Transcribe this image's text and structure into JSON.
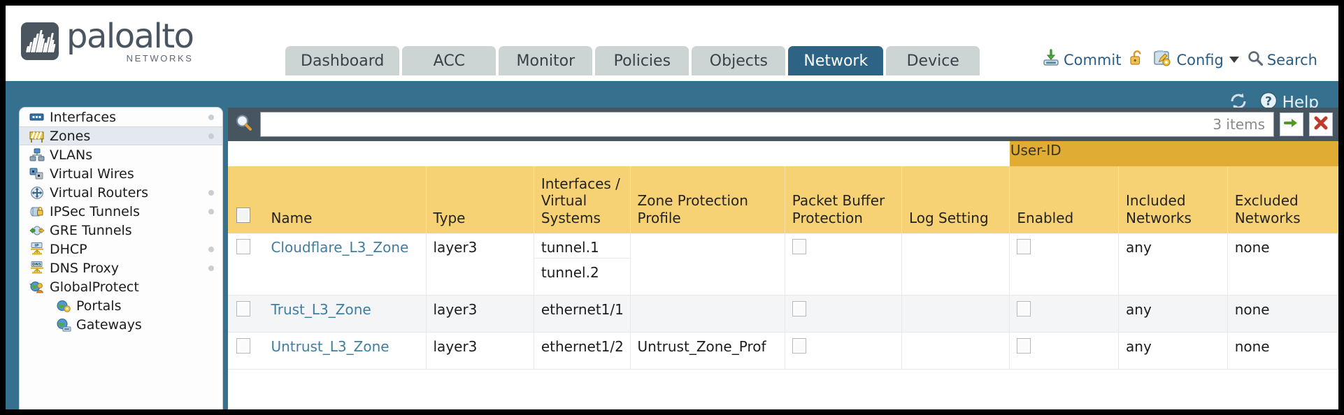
{
  "brand": {
    "name_main": "paloalto",
    "name_sub": "NETWORKS",
    "logo_icon": "paloalto-waveform-logo"
  },
  "nav_tabs": [
    {
      "label": "Dashboard",
      "active": false
    },
    {
      "label": "ACC",
      "active": false
    },
    {
      "label": "Monitor",
      "active": false
    },
    {
      "label": "Policies",
      "active": false
    },
    {
      "label": "Objects",
      "active": false
    },
    {
      "label": "Network",
      "active": true
    },
    {
      "label": "Device",
      "active": false
    }
  ],
  "utilities": {
    "commit": "Commit",
    "commit_icon": "commit-save-icon",
    "lock_icon": "unlock-padlock-icon",
    "config": "Config",
    "config_icon": "config-wrench-icon",
    "search": "Search",
    "search_icon": "search-magnifier-icon"
  },
  "band": {
    "refresh_icon": "refresh-icon",
    "help_label": "Help",
    "help_icon": "help-question-icon"
  },
  "sidebar": {
    "items": [
      {
        "label": "Interfaces",
        "icon": "interfaces-icon",
        "selected": false,
        "dot": true,
        "child": false,
        "caret": false
      },
      {
        "label": "Zones",
        "icon": "zones-icon",
        "selected": true,
        "dot": true,
        "child": false,
        "caret": false
      },
      {
        "label": "VLANs",
        "icon": "vlans-icon",
        "selected": false,
        "dot": false,
        "child": false,
        "caret": false
      },
      {
        "label": "Virtual Wires",
        "icon": "virtual-wires-icon",
        "selected": false,
        "dot": false,
        "child": false,
        "caret": false
      },
      {
        "label": "Virtual Routers",
        "icon": "virtual-routers-icon",
        "selected": false,
        "dot": true,
        "child": false,
        "caret": false
      },
      {
        "label": "IPSec Tunnels",
        "icon": "ipsec-tunnels-icon",
        "selected": false,
        "dot": true,
        "child": false,
        "caret": false
      },
      {
        "label": "GRE Tunnels",
        "icon": "gre-tunnels-icon",
        "selected": false,
        "dot": false,
        "child": false,
        "caret": false
      },
      {
        "label": "DHCP",
        "icon": "dhcp-icon",
        "selected": false,
        "dot": true,
        "child": false,
        "caret": false
      },
      {
        "label": "DNS Proxy",
        "icon": "dns-proxy-icon",
        "selected": false,
        "dot": true,
        "child": false,
        "caret": false
      },
      {
        "label": "GlobalProtect",
        "icon": "globalprotect-icon",
        "selected": false,
        "dot": false,
        "child": false,
        "caret": true
      },
      {
        "label": "Portals",
        "icon": "portals-icon",
        "selected": false,
        "dot": false,
        "child": true,
        "caret": false
      },
      {
        "label": "Gateways",
        "icon": "gateways-icon",
        "selected": false,
        "dot": false,
        "child": true,
        "caret": false
      }
    ]
  },
  "toolbar": {
    "search_icon": "search-magnifier-icon",
    "search_value": "",
    "search_placeholder": "",
    "items_count": "3 items",
    "apply_icon": "green-arrow-apply-icon",
    "clear_icon": "red-x-clear-icon"
  },
  "table": {
    "group_header": {
      "user_id": "User-ID"
    },
    "columns": [
      "Name",
      "Type",
      "Interfaces / Virtual Systems",
      "Zone Protection Profile",
      "Packet Buffer Protection",
      "Log Setting",
      "Enabled",
      "Included Networks",
      "Excluded Networks"
    ],
    "rows": [
      {
        "selected": false,
        "name": "Cloudflare_L3_Zone",
        "type": "layer3",
        "interfaces": [
          "tunnel.1",
          "tunnel.2"
        ],
        "zone_protection_profile": "",
        "packet_buffer_protection": false,
        "log_setting": "",
        "user_id_enabled": false,
        "included_networks": "any",
        "excluded_networks": "none"
      },
      {
        "selected": false,
        "name": "Trust_L3_Zone",
        "type": "layer3",
        "interfaces": [
          "ethernet1/1"
        ],
        "zone_protection_profile": "",
        "packet_buffer_protection": false,
        "log_setting": "",
        "user_id_enabled": false,
        "included_networks": "any",
        "excluded_networks": "none"
      },
      {
        "selected": false,
        "name": "Untrust_L3_Zone",
        "type": "layer3",
        "interfaces": [
          "ethernet1/2"
        ],
        "zone_protection_profile": "Untrust_Zone_Prof",
        "packet_buffer_protection": false,
        "log_setting": "",
        "user_id_enabled": false,
        "included_networks": "any",
        "excluded_networks": "none"
      }
    ]
  },
  "colors": {
    "active_tab": "#2d6384",
    "band": "#36708f",
    "header_gold": "#f7d274",
    "group_gold": "#e0ac33",
    "search_bar": "#475560",
    "link": "#3f7ea0"
  }
}
